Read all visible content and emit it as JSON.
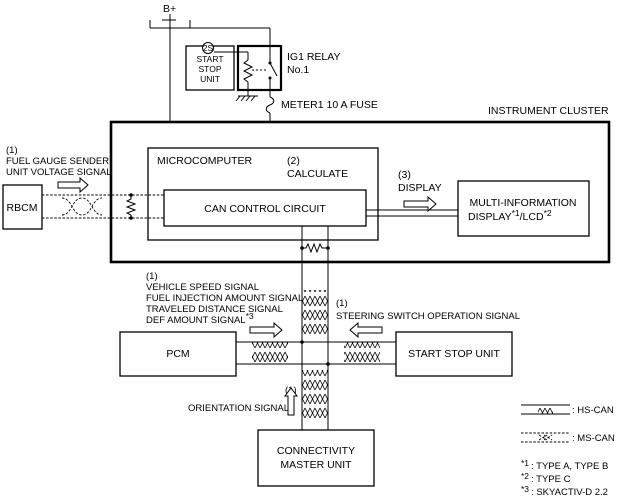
{
  "labels": {
    "b_plus": "B+",
    "ig1_relay_1": "IG1 RELAY",
    "ig1_relay_2": "No.1",
    "start_stop_small_1": "START",
    "start_stop_small_2": "STOP",
    "start_stop_small_3": "UNIT",
    "relay_circle": "2S",
    "fuse": "METER1 10 A FUSE",
    "instrument_cluster": "INSTRUMENT CLUSTER",
    "fuel_num": "(1)",
    "fuel_1": "FUEL GAUGE SENDER",
    "fuel_2": "UNIT VOLTAGE SIGNAL",
    "rbcm": "RBCM",
    "microcomputer": "MICROCOMPUTER",
    "calc_num": "(2)",
    "calculate": "CALCULATE",
    "can_control": "CAN CONTROL CIRCUIT",
    "display_num": "(3)",
    "display": "DISPLAY",
    "mid_1": "MULTI-INFORMATION",
    "mid_2": "DISPLAY",
    "mid_sup1": "*1",
    "mid_3": "/LCD",
    "mid_sup2": "*2",
    "sig_num": "(1)",
    "sig_1": "VEHICLE SPEED SIGNAL",
    "sig_2": "FUEL INJECTION AMOUNT SIGNAL",
    "sig_3": "TRAVELED DISTANCE SIGNAL",
    "sig_4": "DEF AMOUNT SIGNAL",
    "sig_4_sup": "*3",
    "steer_num": "(1)",
    "steer": "STEERING SWITCH OPERATION SIGNAL",
    "pcm": "PCM",
    "start_stop_unit": "START STOP UNIT",
    "orient_num": "(1)",
    "orient": "ORIENTATION SIGNAL",
    "cmu_1": "CONNECTIVITY",
    "cmu_2": "MASTER UNIT"
  },
  "legend": {
    "hs_can": ": HS-CAN",
    "ms_can": ": MS-CAN"
  },
  "footnotes": [
    {
      "mark": "*1",
      "text": ": TYPE A, TYPE B"
    },
    {
      "mark": "*2",
      "text": ": TYPE C"
    },
    {
      "mark": "*3",
      "text": ": SKYACTIV-D 2.2"
    }
  ]
}
